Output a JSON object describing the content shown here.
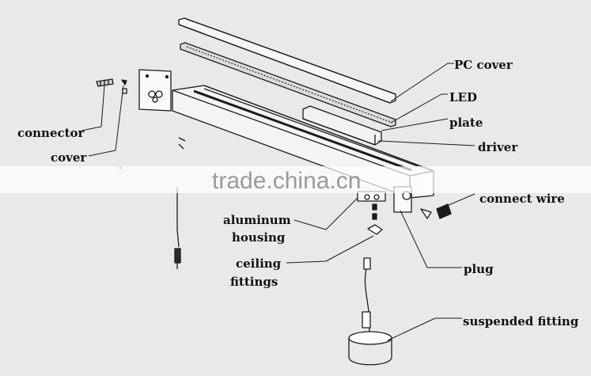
{
  "labels": {
    "pc_cover": "PC cover",
    "led": "LED",
    "plate": "plate",
    "driver": "driver",
    "connect_wire": "connect wire",
    "connector": "connector",
    "cover": "cover",
    "aluminum_line1": "aluminum",
    "aluminum_line2": "housing",
    "ceiling_line1": "ceiling",
    "ceiling_line2": "fittings",
    "plug": "plug",
    "suspended_fitting": "suspended fitting"
  },
  "watermark": "trade.china.cn",
  "colors": {
    "background": "#e9e9e9",
    "line": "#1a1a1a",
    "band": "#ffffff"
  }
}
